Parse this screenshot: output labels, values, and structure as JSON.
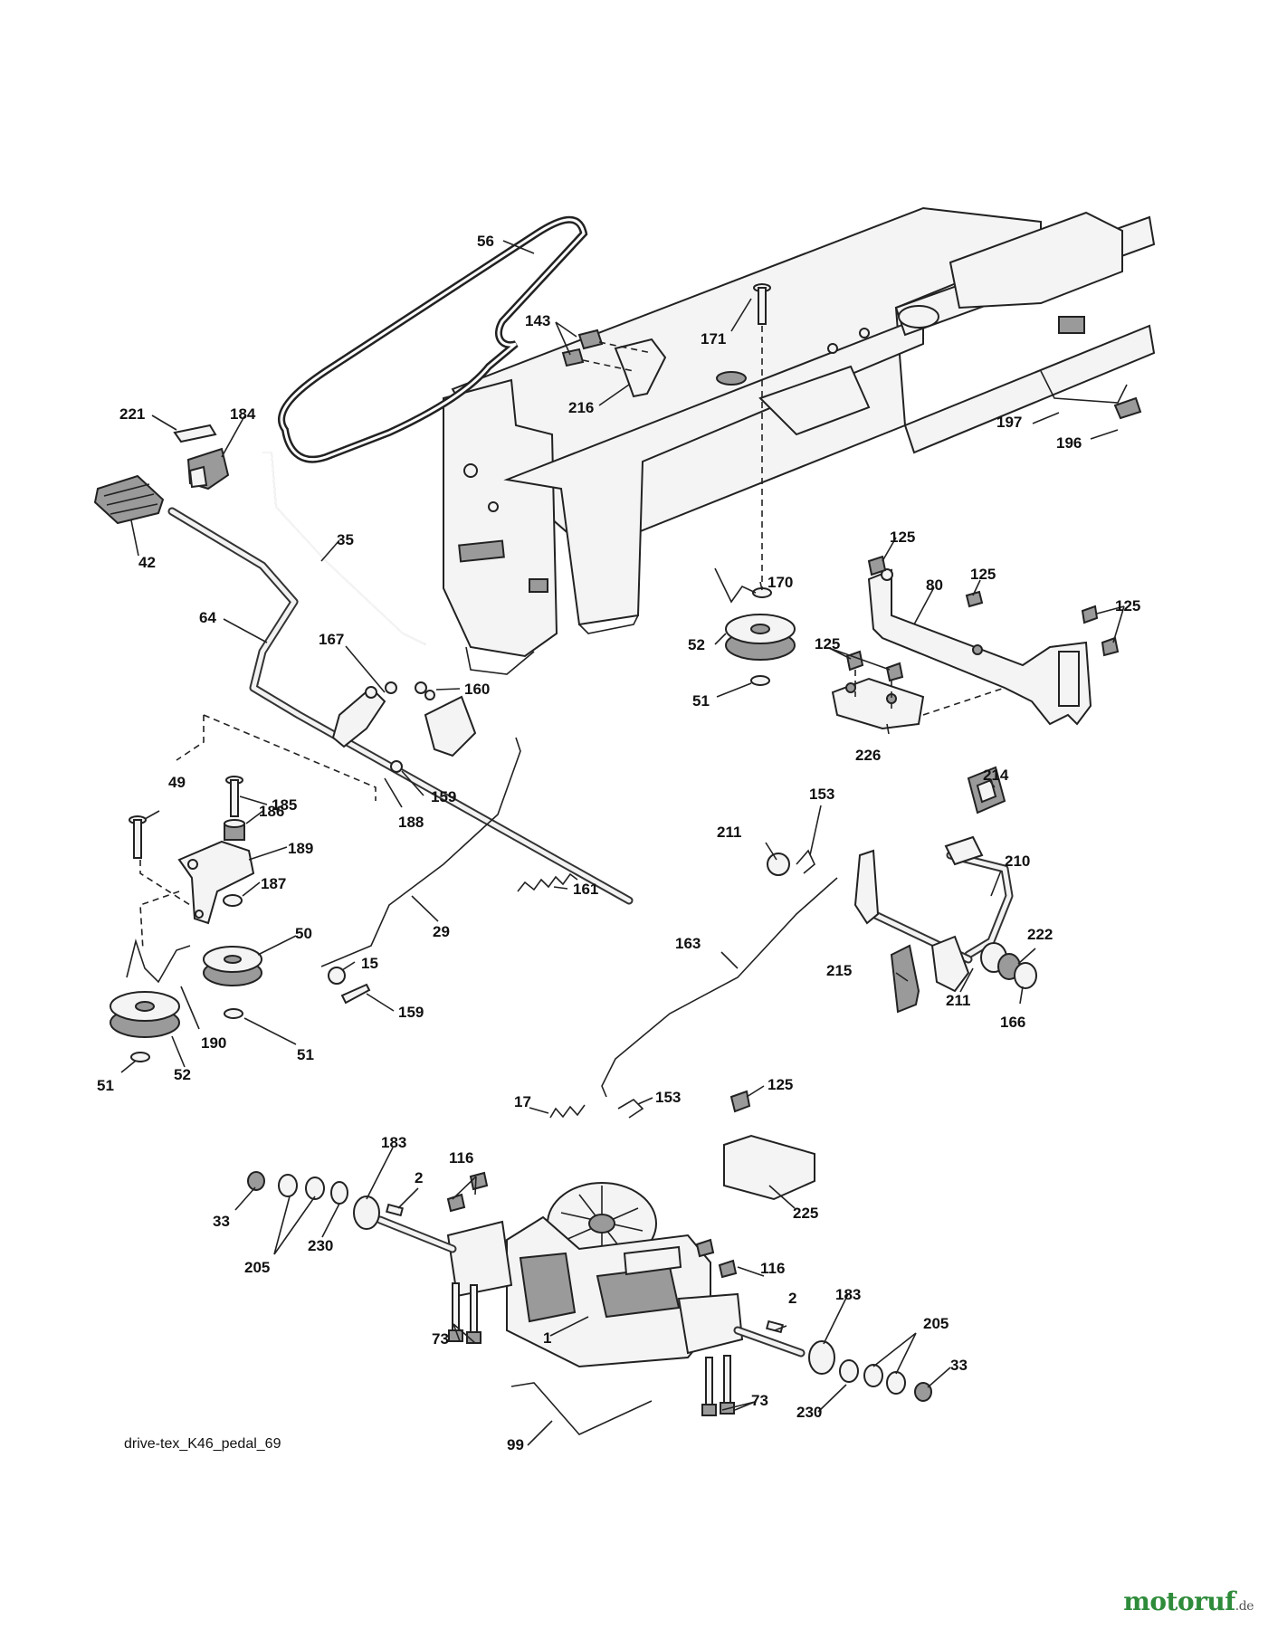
{
  "diagram": {
    "caption": "drive-tex_K46_pedal_69",
    "brand": {
      "name": "motoruf",
      "tld": ".de",
      "color": "#2e8b3a"
    },
    "callouts": [
      {
        "label": "56"
      },
      {
        "label": "143"
      },
      {
        "label": "171"
      },
      {
        "label": "216"
      },
      {
        "label": "197"
      },
      {
        "label": "196"
      },
      {
        "label": "221"
      },
      {
        "label": "184"
      },
      {
        "label": "42"
      },
      {
        "label": "35"
      },
      {
        "label": "64"
      },
      {
        "label": "167"
      },
      {
        "label": "160"
      },
      {
        "label": "185"
      },
      {
        "label": "49"
      },
      {
        "label": "186"
      },
      {
        "label": "188"
      },
      {
        "label": "159"
      },
      {
        "label": "189"
      },
      {
        "label": "187"
      },
      {
        "label": "50"
      },
      {
        "label": "161"
      },
      {
        "label": "29"
      },
      {
        "label": "15"
      },
      {
        "label": "159"
      },
      {
        "label": "190"
      },
      {
        "label": "51"
      },
      {
        "label": "52"
      },
      {
        "label": "51"
      },
      {
        "label": "125"
      },
      {
        "label": "125"
      },
      {
        "label": "80"
      },
      {
        "label": "125"
      },
      {
        "label": "125"
      },
      {
        "label": "170"
      },
      {
        "label": "52"
      },
      {
        "label": "51"
      },
      {
        "label": "226"
      },
      {
        "label": "214"
      },
      {
        "label": "153"
      },
      {
        "label": "211"
      },
      {
        "label": "210"
      },
      {
        "label": "222"
      },
      {
        "label": "163"
      },
      {
        "label": "215"
      },
      {
        "label": "211"
      },
      {
        "label": "166"
      },
      {
        "label": "17"
      },
      {
        "label": "153"
      },
      {
        "label": "125"
      },
      {
        "label": "183"
      },
      {
        "label": "116"
      },
      {
        "label": "2"
      },
      {
        "label": "33"
      },
      {
        "label": "205"
      },
      {
        "label": "230"
      },
      {
        "label": "225"
      },
      {
        "label": "116"
      },
      {
        "label": "2"
      },
      {
        "label": "183"
      },
      {
        "label": "205"
      },
      {
        "label": "33"
      },
      {
        "label": "73"
      },
      {
        "label": "1"
      },
      {
        "label": "73"
      },
      {
        "label": "230"
      },
      {
        "label": "99"
      }
    ]
  }
}
